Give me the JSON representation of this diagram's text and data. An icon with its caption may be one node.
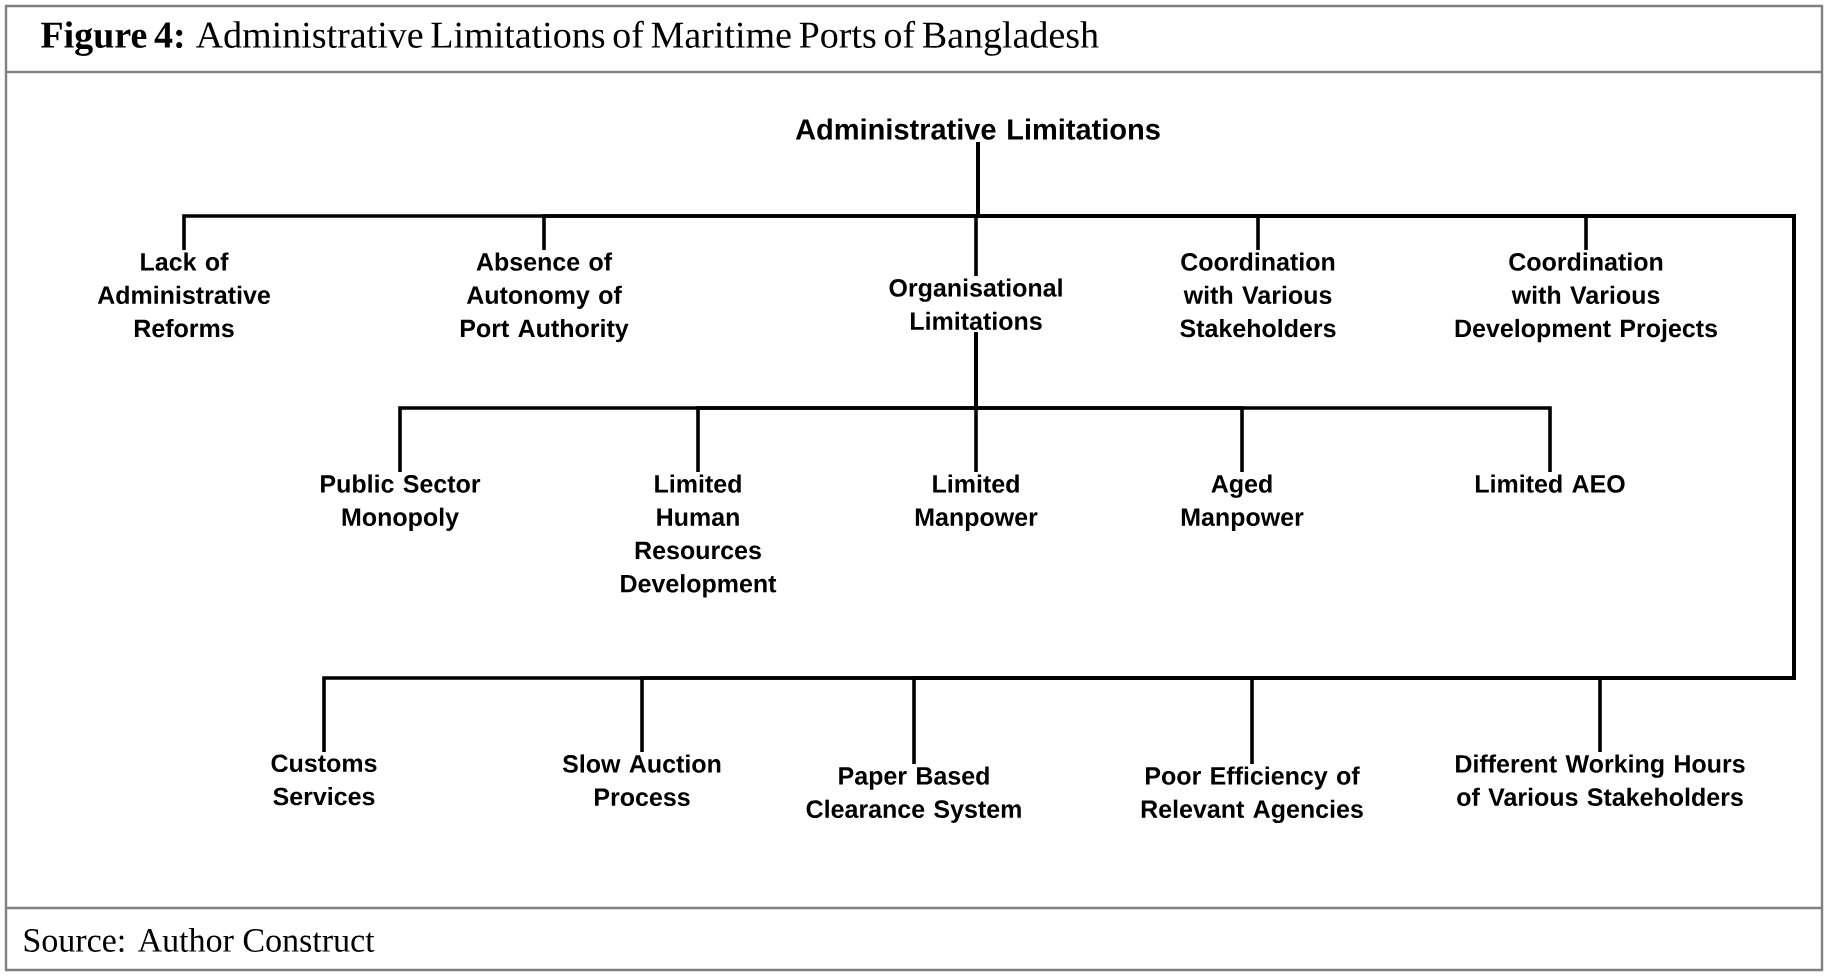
{
  "diagram": {
    "title": "**Figure 4:** Administrative Limitations of Maritime Ports of Bangladesh",
    "caption": "Source: Author Construct",
    "nodes": [
      {
        "text": [
          "Administrative Limitations"
        ]
      },
      {
        "text": [
          "Lack of Administrative Reforms"
        ]
      },
      {
        "text": [
          "Absence of Autonomy of Port Authority"
        ]
      },
      {
        "text": [
          "Organisational Limitations"
        ]
      },
      {
        "text": [
          "Coordination with Various Stakeholders"
        ]
      },
      {
        "text": [
          "Coordination with Various Development Projects"
        ]
      },
      {
        "text": [
          "Public Sector Monopoly"
        ]
      },
      {
        "text": [
          "Limited Human Resources Development"
        ]
      },
      {
        "text": [
          "Limited Manpower"
        ]
      },
      {
        "text": [
          "Aged Manpower"
        ]
      },
      {
        "text": [
          "Limited AEO"
        ]
      },
      {
        "text": [
          "Customs Services"
        ]
      },
      {
        "text": [
          "Slow Auction Process"
        ]
      },
      {
        "text": [
          "Paper Based Clearance System"
        ]
      },
      {
        "text": [
          "Poor Efficiency of Relevant Agencies"
        ]
      },
      {
        "text": [
          "Different Working Hours of Various Stakeholders"
        ]
      }
    ],
    "edges": [
      {
        "from": 0,
        "to": 1,
        "arrow": "none"
      },
      {
        "from": 0,
        "to": 2,
        "arrow": "none"
      },
      {
        "from": 0,
        "to": 3,
        "arrow": "none"
      },
      {
        "from": 0,
        "to": 4,
        "arrow": "none"
      },
      {
        "from": 0,
        "to": 5,
        "arrow": "none"
      },
      {
        "from": 3,
        "to": 6,
        "arrow": "none"
      },
      {
        "from": 3,
        "to": 7,
        "arrow": "none"
      },
      {
        "from": 3,
        "to": 8,
        "arrow": "none"
      },
      {
        "from": 3,
        "to": 9,
        "arrow": "none"
      },
      {
        "from": 3,
        "to": 10,
        "arrow": "none"
      },
      {
        "from": 0,
        "to": 11,
        "arrow": "none"
      },
      {
        "from": 0,
        "to": 12,
        "arrow": "none"
      },
      {
        "from": 0,
        "to": 13,
        "arrow": "none"
      },
      {
        "from": 0,
        "to": 14,
        "arrow": "none"
      },
      {
        "from": 0,
        "to": 15,
        "arrow": "none"
      }
    ]
  }
}
